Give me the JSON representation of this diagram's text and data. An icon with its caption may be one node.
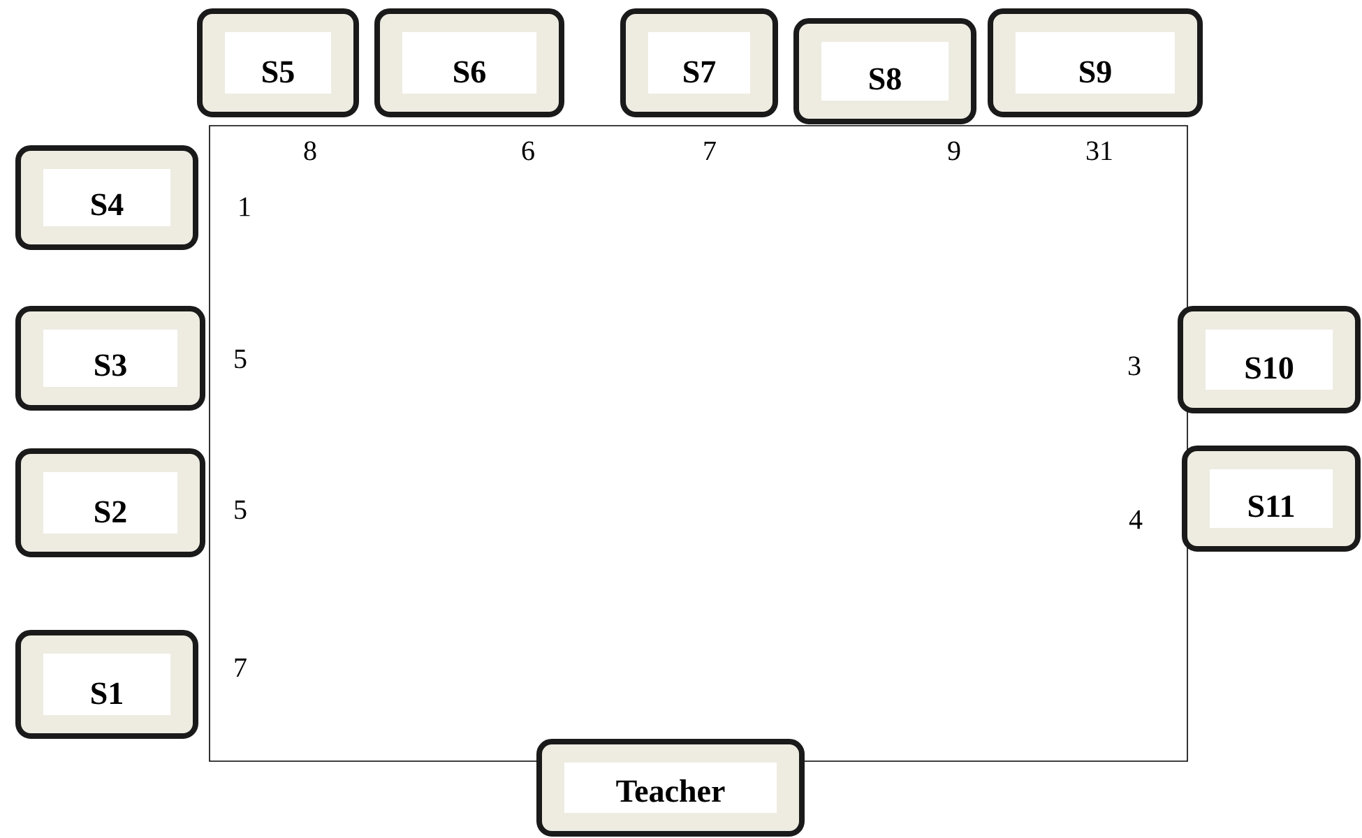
{
  "diagram": {
    "nodes": [
      {
        "text": [
          "S5"
        ],
        "beside": [
          "8"
        ]
      },
      {
        "text": [
          "S6"
        ],
        "beside": [
          "6"
        ]
      },
      {
        "text": [
          "S7"
        ],
        "beside": [
          "7"
        ]
      },
      {
        "text": [
          "S8"
        ],
        "beside": [
          "9"
        ]
      },
      {
        "text": [
          "S9"
        ],
        "beside": [
          "31"
        ]
      },
      {
        "text": [
          "S4"
        ],
        "beside": [
          "1"
        ]
      },
      {
        "text": [
          "S3"
        ],
        "beside": [
          "5"
        ]
      },
      {
        "text": [
          "S10"
        ],
        "beside": [
          "3"
        ]
      },
      {
        "text": [
          "S2"
        ],
        "beside": [
          "5"
        ]
      },
      {
        "text": [
          "S11"
        ],
        "beside": [
          "4"
        ]
      },
      {
        "text": [
          "S1"
        ],
        "beside": [
          "7"
        ]
      },
      {
        "text": [
          "Teacher"
        ]
      }
    ]
  }
}
